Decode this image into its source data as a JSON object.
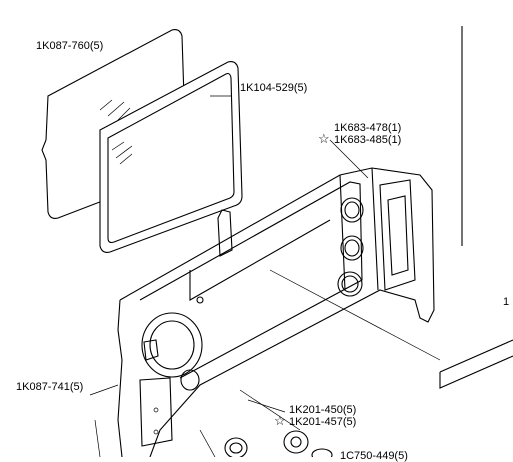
{
  "labels": {
    "window_cover": "1K087-760(5)",
    "lcd_frame": "1K104-529(5)",
    "part_478": "1K683-478(1)",
    "part_485": "1K683-485(1)",
    "side_part": "1K087-741(5)",
    "part_450": "1K201-450(5)",
    "part_457": "1K201-457(5)",
    "cut_bottom": "1C750-449(5)",
    "cut_right": "1"
  },
  "icons": {
    "replacement_marker": "star-outline-icon"
  }
}
